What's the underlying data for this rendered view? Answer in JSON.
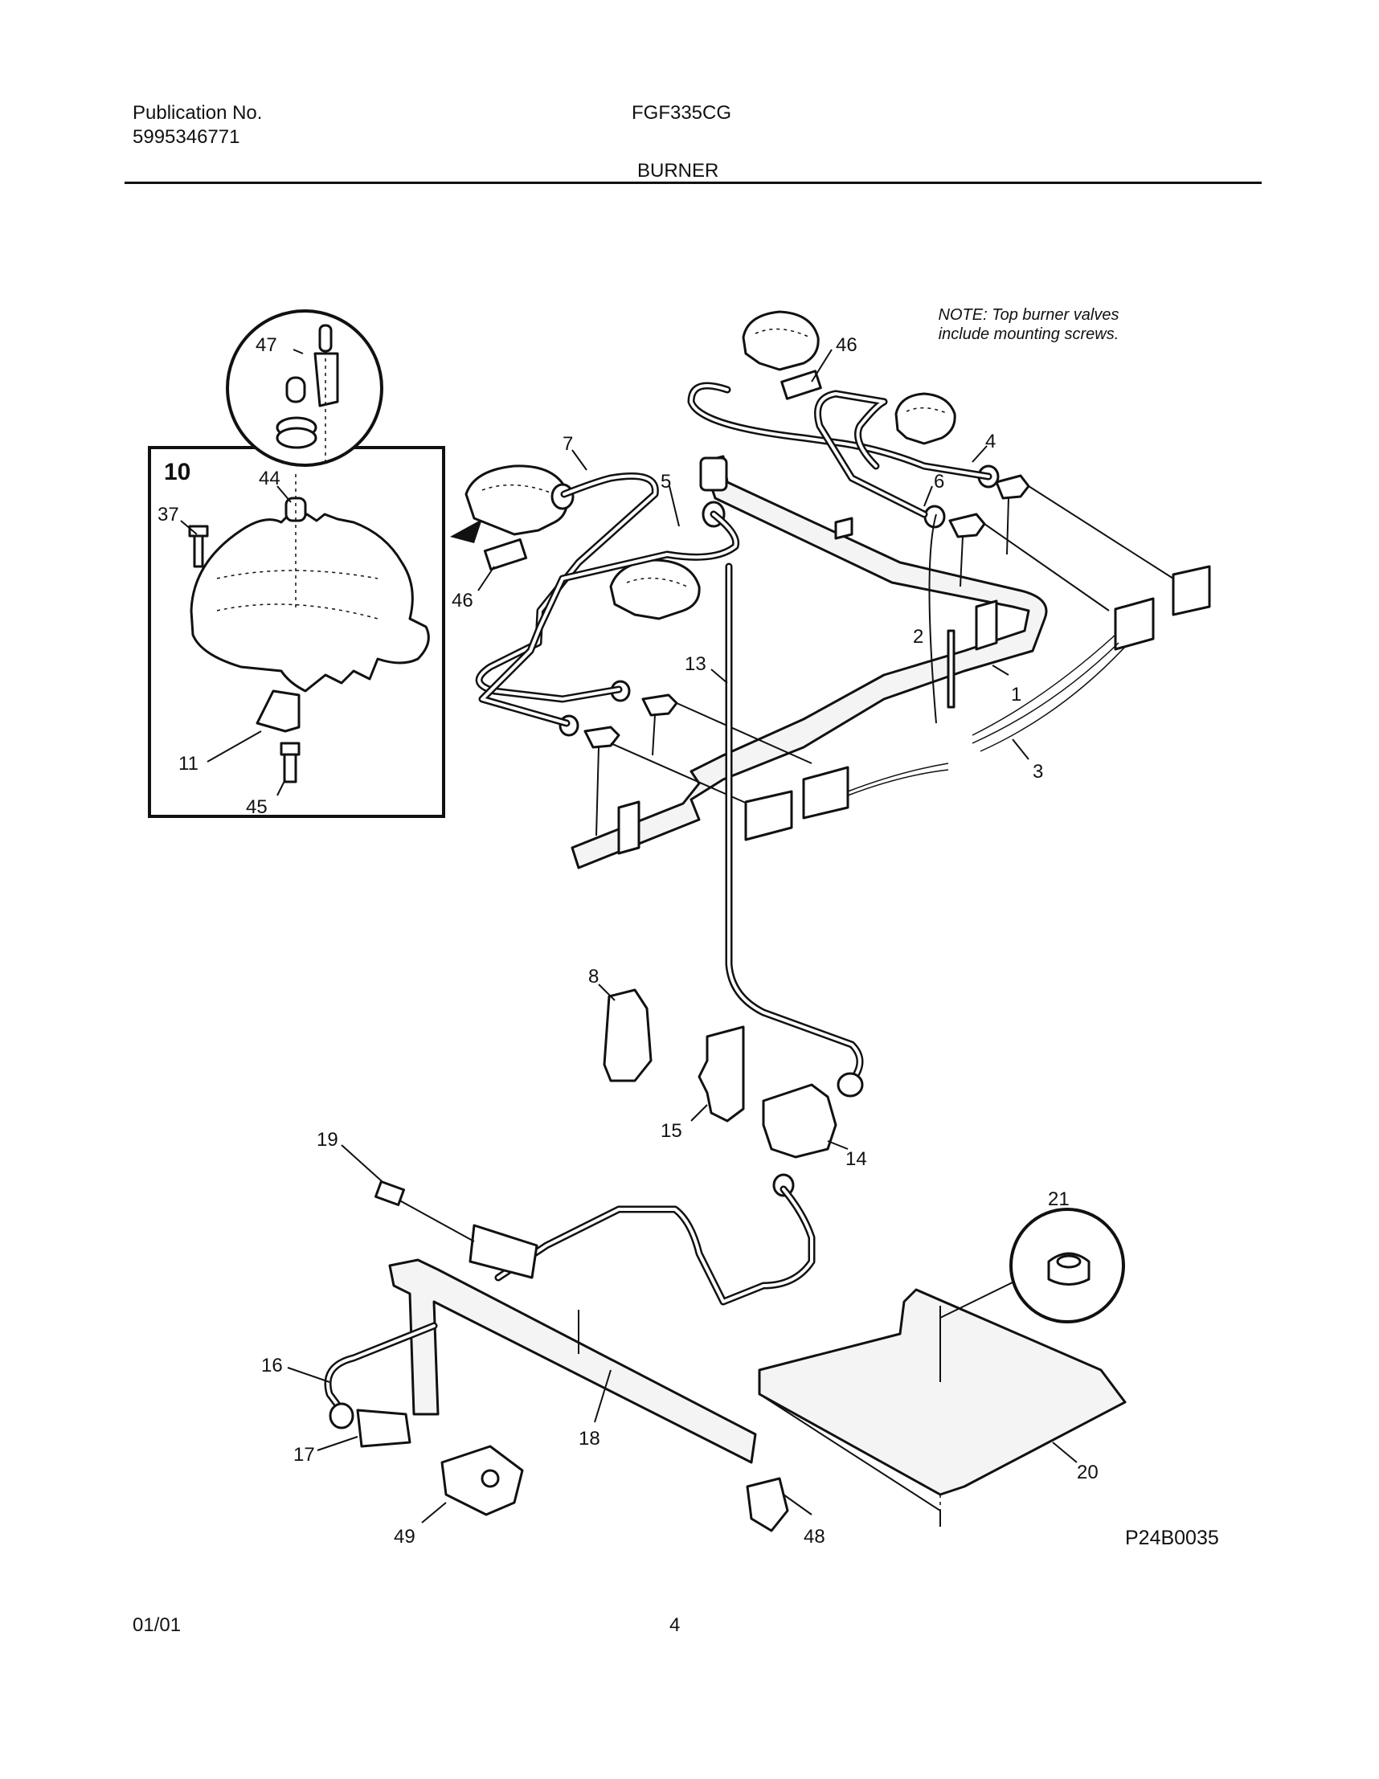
{
  "header": {
    "publication_label": "Publication No.",
    "publication_number": "5995346771",
    "model": "FGF335CG",
    "section": "BURNER"
  },
  "diagram": {
    "note_line1": "NOTE: Top burner valves",
    "note_line2": "include mounting screws.",
    "inset_label": "10",
    "drawing_code": "P24B0035",
    "callouts": {
      "c1": "1",
      "c2": "2",
      "c3": "3",
      "c4": "4",
      "c5": "5",
      "c6": "6",
      "c7": "7",
      "c8": "8",
      "c11": "11",
      "c13": "13",
      "c14": "14",
      "c15": "15",
      "c16": "16",
      "c17": "17",
      "c18": "18",
      "c19": "19",
      "c20": "20",
      "c21": "21",
      "c37": "37",
      "c44": "44",
      "c45": "45",
      "c46a": "46",
      "c46b": "46",
      "c47": "47",
      "c48": "48",
      "c49": "49"
    }
  },
  "footer": {
    "date": "01/01",
    "page": "4"
  }
}
